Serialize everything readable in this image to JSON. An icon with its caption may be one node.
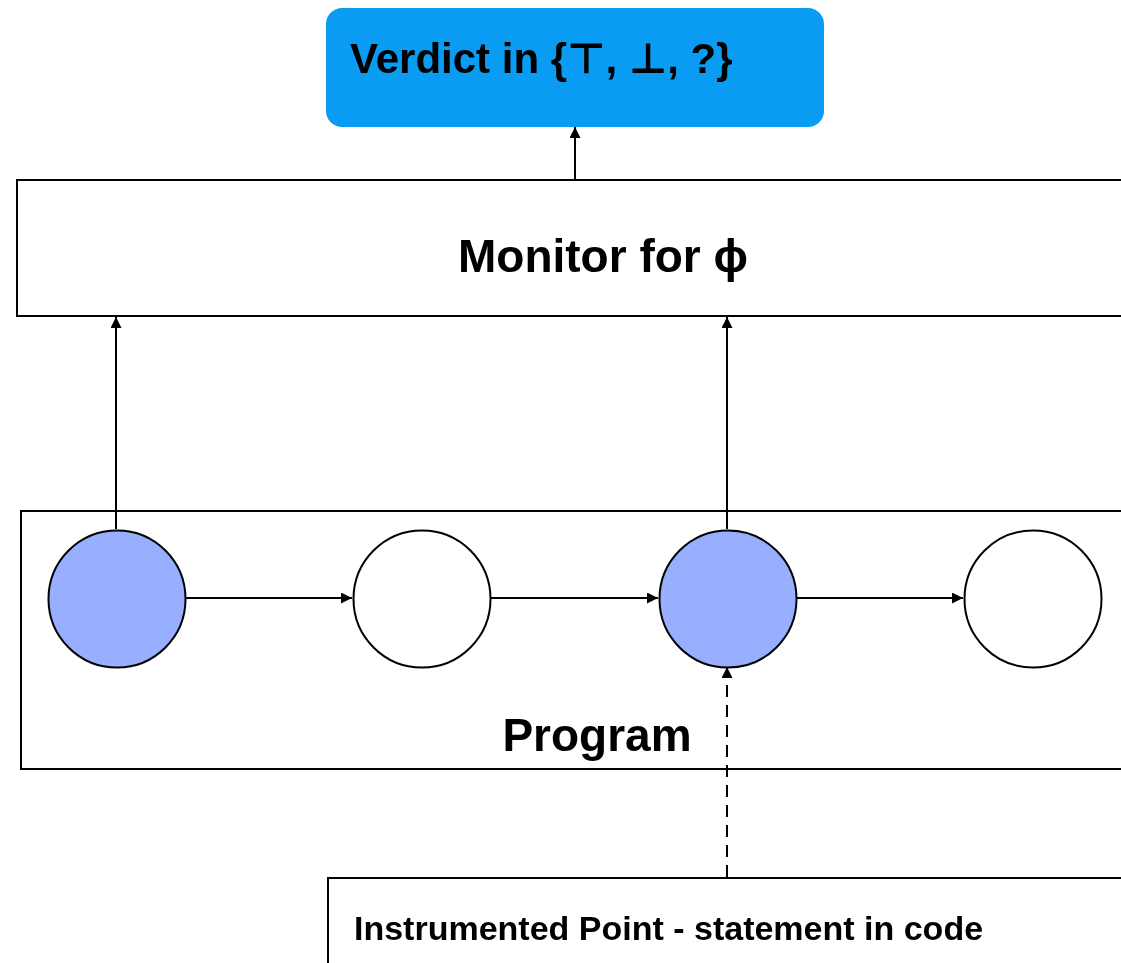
{
  "diagram": {
    "nodes": [
      {
        "text": [
          "Verdict in {⊤, ⊥, ?}"
        ]
      },
      {
        "text": [
          "Monitor for ϕ"
        ]
      },
      {
        "text": [
          "Program"
        ]
      },
      {
        "text": [],
        "shape": "circle",
        "in": 2
      },
      {
        "text": [],
        "shape": "circle",
        "in": 2
      },
      {
        "text": [],
        "shape": "circle",
        "in": 2
      },
      {
        "text": [],
        "shape": "circle",
        "in": 2
      },
      {
        "text": [
          "Instrumented Point - statement in code"
        ]
      }
    ],
    "edges": [
      {
        "from": 1,
        "to": 0,
        "arrow": "to"
      },
      {
        "from": 3,
        "to": 1,
        "arrow": "to"
      },
      {
        "from": 5,
        "to": 1,
        "arrow": "to"
      },
      {
        "from": 3,
        "to": 4,
        "arrow": "to"
      },
      {
        "from": 4,
        "to": 5,
        "arrow": "to"
      },
      {
        "from": 5,
        "to": 6,
        "arrow": "to"
      },
      {
        "from": 7,
        "to": 5,
        "arrow": "to",
        "style": "dashed"
      }
    ]
  }
}
